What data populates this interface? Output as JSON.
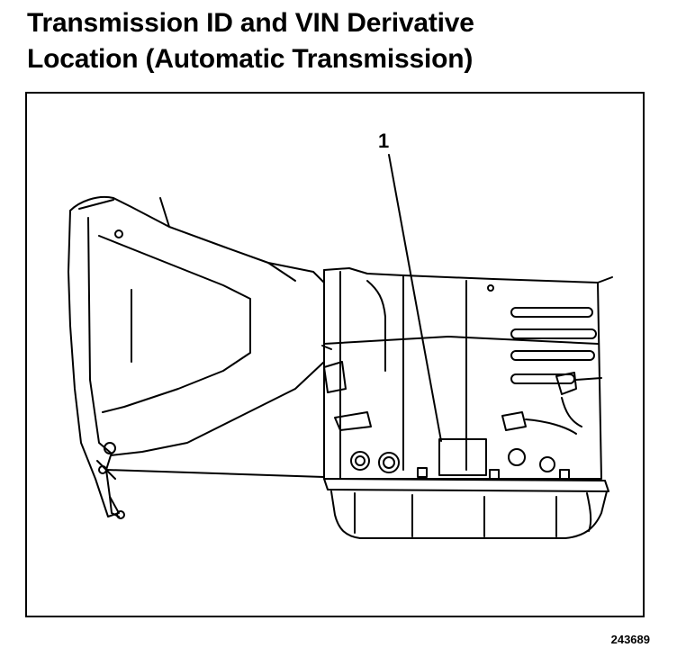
{
  "header": {
    "title_line1": "Transmission ID and VIN Derivative",
    "title_line2": "Location (Automatic Transmission)"
  },
  "figure": {
    "callout": "1",
    "figure_number": "243689"
  }
}
